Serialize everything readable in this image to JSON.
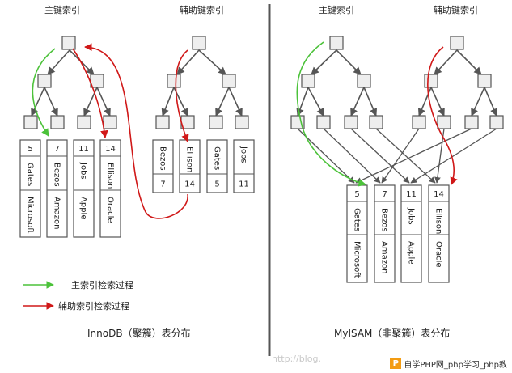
{
  "innodb": {
    "header_primary": "主键索引",
    "header_secondary": "辅助键索引",
    "caption": "InnoDB（聚簇）表分布",
    "primary_rows": [
      {
        "id": "5",
        "name": "Gates",
        "company": "Microsoft"
      },
      {
        "id": "7",
        "name": "Bezos",
        "company": "Amazon"
      },
      {
        "id": "11",
        "name": "Jobs",
        "company": "Apple"
      },
      {
        "id": "14",
        "name": "Ellison",
        "company": "Oracle"
      }
    ],
    "secondary_rows": [
      {
        "name": "Bezos",
        "id": "7"
      },
      {
        "name": "Ellison",
        "id": "14"
      },
      {
        "name": "Gates",
        "id": "5"
      },
      {
        "name": "Jobs",
        "id": "11"
      }
    ]
  },
  "myisam": {
    "header_primary": "主键索引",
    "header_secondary": "辅助键索引",
    "caption": "MyISAM（非聚簇）表分布",
    "rows": [
      {
        "id": "5",
        "name": "Gates",
        "company": "Microsoft"
      },
      {
        "id": "7",
        "name": "Bezos",
        "company": "Amazon"
      },
      {
        "id": "11",
        "name": "Jobs",
        "company": "Apple"
      },
      {
        "id": "14",
        "name": "Ellison",
        "company": "Oracle"
      }
    ]
  },
  "legend": {
    "primary_search": "主索引检索过程",
    "secondary_search": "辅助索引检索过程",
    "primary_color": "#4cc23a",
    "secondary_color": "#d01818"
  },
  "watermark": "http://blog.",
  "logo_text": "自学PHP网_php学习_php教"
}
